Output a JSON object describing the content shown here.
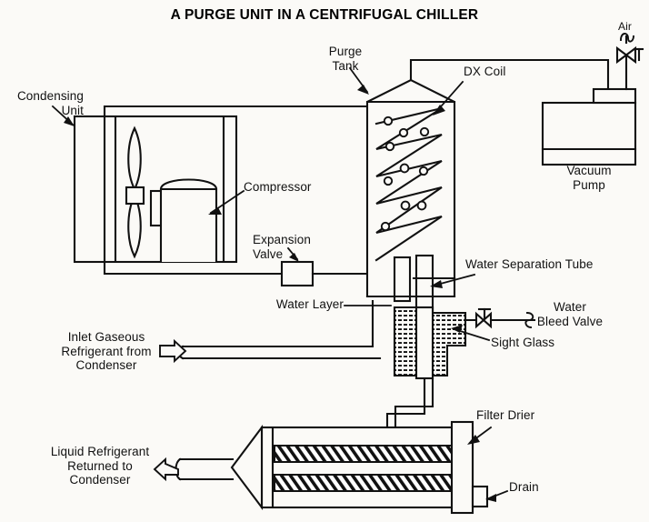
{
  "title": "A PURGE UNIT IN A CENTRIFUGAL CHILLER",
  "colors": {
    "ink": "#111111",
    "background": "#fbfaf7",
    "water": "#111111"
  },
  "labels": {
    "condensing_unit": "Condensing\nUnit",
    "compressor": "Compressor",
    "expansion_valve": "Expansion\nValve",
    "water_layer": "Water Layer",
    "inlet_gaseous": "Inlet Gaseous\nRefrigerant from\nCondenser",
    "liquid_returned": "Liquid Refrigerant\nReturned to\nCondenser",
    "purge_tank": "Purge\nTank",
    "dx_coil": "DX Coil",
    "air": "Air",
    "vacuum_pump": "Vacuum\nPump",
    "water_separation_tube": "Water Separation Tube",
    "water_bleed_valve": "Water\nBleed Valve",
    "sight_glass": "Sight Glass",
    "filter_drier": "Filter Drier",
    "drain": "Drain"
  },
  "components": [
    {
      "name": "condensing-unit",
      "label": "Condensing Unit",
      "type": "enclosure"
    },
    {
      "name": "fan",
      "label": "Fan",
      "type": "fan-blade"
    },
    {
      "name": "fan-motor",
      "label": "Fan Motor",
      "type": "box"
    },
    {
      "name": "compressor",
      "label": "Compressor",
      "type": "domed-cylinder"
    },
    {
      "name": "expansion-valve",
      "label": "Expansion Valve",
      "type": "square-valve"
    },
    {
      "name": "purge-tank",
      "label": "Purge Tank",
      "type": "peaked-vessel"
    },
    {
      "name": "dx-coil",
      "label": "DX Coil",
      "type": "zigzag-coil"
    },
    {
      "name": "vacuum-pump",
      "label": "Vacuum Pump",
      "type": "box"
    },
    {
      "name": "air-valve",
      "label": "Air Valve",
      "type": "bowtie-valve"
    },
    {
      "name": "water-separation-tube",
      "label": "Water Separation Tube",
      "type": "tube"
    },
    {
      "name": "water-bleed-valve",
      "label": "Water Bleed Valve",
      "type": "bowtie-valve"
    },
    {
      "name": "sight-glass",
      "label": "Sight Glass",
      "type": "water-chamber"
    },
    {
      "name": "filter-drier",
      "label": "Filter Drier",
      "type": "hatched-cylinder"
    },
    {
      "name": "drain",
      "label": "Drain",
      "type": "nub"
    },
    {
      "name": "inlet-pipe",
      "label": "Inlet Gaseous Refrigerant from Condenser",
      "type": "pipe"
    },
    {
      "name": "outlet-pipe",
      "label": "Liquid Refrigerant Returned to Condenser",
      "type": "pipe"
    }
  ]
}
